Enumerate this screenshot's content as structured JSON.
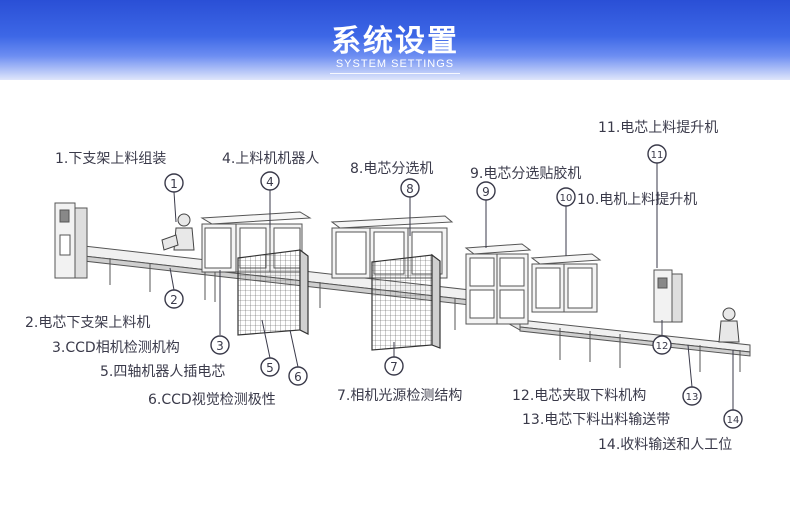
{
  "header": {
    "title": "系统设置",
    "subtitle": "SYSTEM SETTINGS"
  },
  "markers": [
    "1",
    "2",
    "3",
    "4",
    "5",
    "6",
    "7",
    "8",
    "9",
    "10",
    "11",
    "12",
    "13",
    "14"
  ],
  "labels": {
    "l1": "1.下支架上料组装",
    "l2": "2.电芯下支架上料机",
    "l3": "3.CCD相机检测机构",
    "l4": "4.上料机机器人",
    "l5": "5.四轴机器人插电芯",
    "l6": "6.CCD视觉检测极性",
    "l7": "7.相机光源检测结构",
    "l8": "8.电芯分选机",
    "l9": "9.电芯分选贴胶机",
    "l10": "10.电机上料提升机",
    "l11": "11.电芯上料提升机",
    "l12": "12.电芯夹取下料机构",
    "l13": "13.电芯下料出料输送带",
    "l14": "14.收料输送和人工位"
  },
  "colors": {
    "header_top": "#2a4fd6",
    "header_bottom": "#dfe6fb",
    "text": "#3a3a4a",
    "line": "#3a3a4a"
  }
}
